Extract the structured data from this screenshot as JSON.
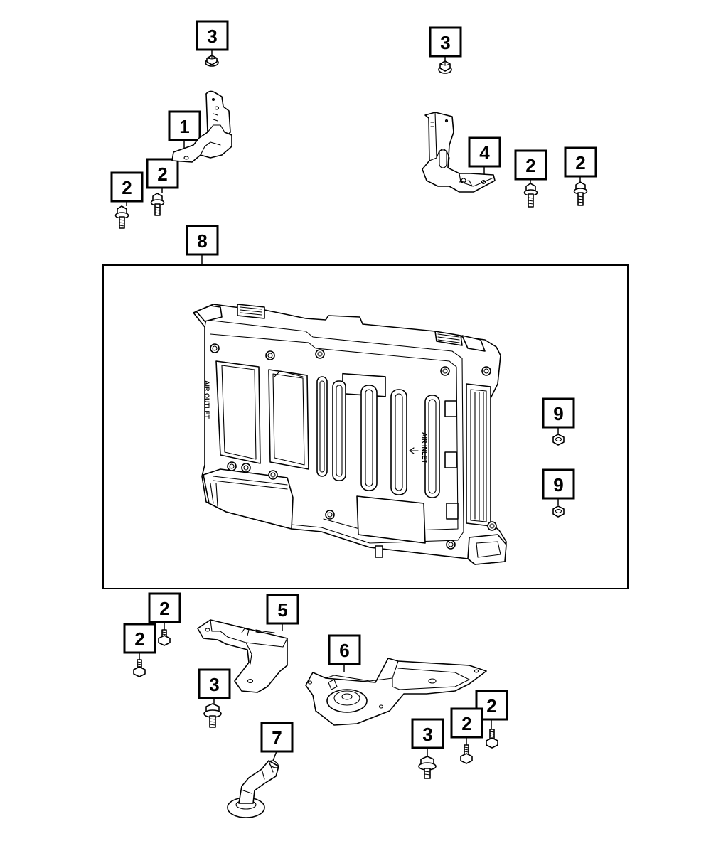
{
  "callouts": [
    {
      "id": "c1",
      "text": "3"
    },
    {
      "id": "c2",
      "text": "3"
    },
    {
      "id": "c3",
      "text": "1"
    },
    {
      "id": "c4",
      "text": "2"
    },
    {
      "id": "c5",
      "text": "2"
    },
    {
      "id": "c6",
      "text": "4"
    },
    {
      "id": "c7",
      "text": "2"
    },
    {
      "id": "c8",
      "text": "2"
    },
    {
      "id": "c9",
      "text": "8"
    },
    {
      "id": "c10",
      "text": "9"
    },
    {
      "id": "c11",
      "text": "9"
    },
    {
      "id": "c12",
      "text": "2"
    },
    {
      "id": "c13",
      "text": "5"
    },
    {
      "id": "c14",
      "text": "2"
    },
    {
      "id": "c15",
      "text": "6"
    },
    {
      "id": "c16",
      "text": "3"
    },
    {
      "id": "c17",
      "text": "2"
    },
    {
      "id": "c18",
      "text": "7"
    },
    {
      "id": "c19",
      "text": "3"
    },
    {
      "id": "c20",
      "text": "2"
    }
  ],
  "module_labels": {
    "air_outlet": "AIR OUTLET",
    "air_inlet": "AIR INLET"
  }
}
